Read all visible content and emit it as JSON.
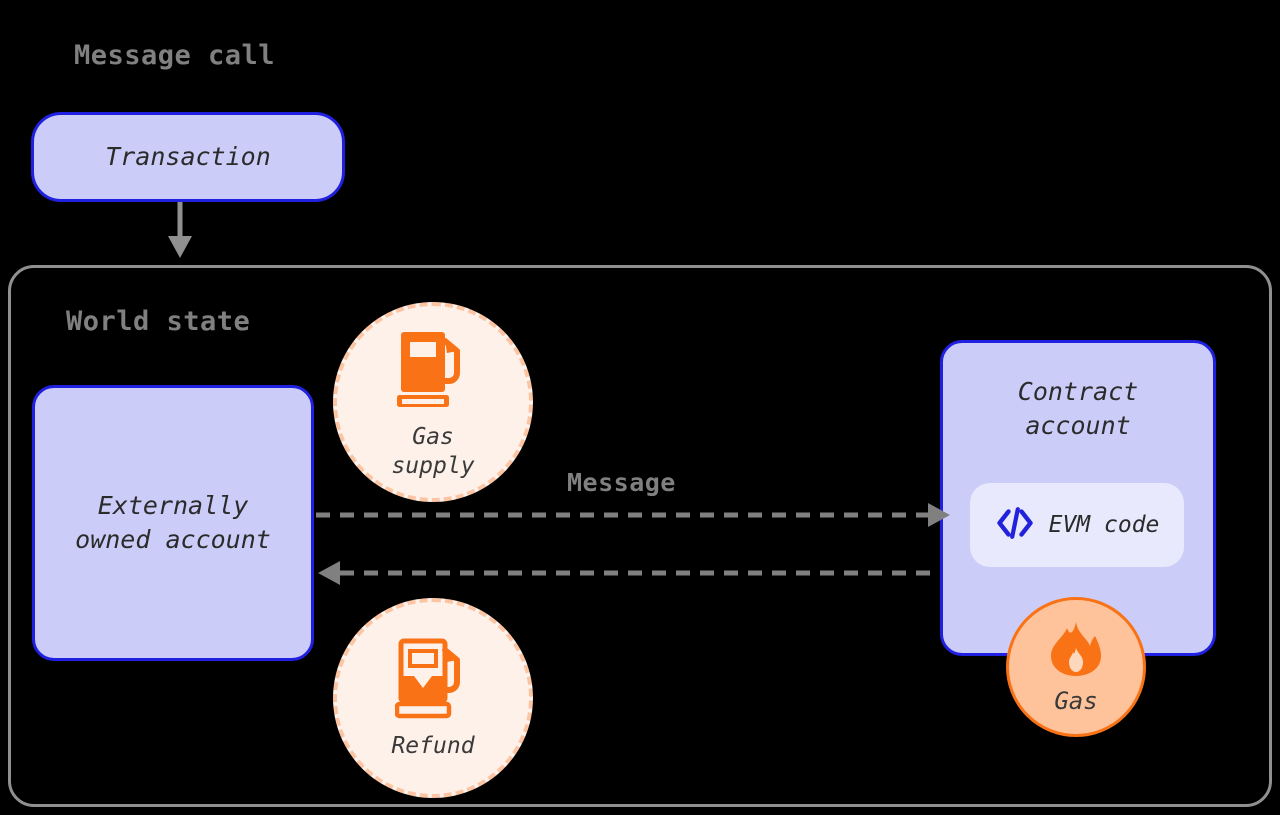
{
  "diagram": {
    "title": "Message call",
    "section_title": "World state",
    "background_color": "#000000",
    "node_fill": "#ccccf9",
    "node_border": "#2020e0",
    "accent_orange": "#f97316",
    "accent_cream": "#fdf1ea",
    "gray": "#909090"
  },
  "nodes": {
    "transaction": {
      "label": "Transaction"
    },
    "externally_owned_account": {
      "label": "Externally\nowned account"
    },
    "contract_account": {
      "label": "Contract\naccount"
    },
    "evm_code": {
      "label": "EVM code",
      "icon": "code-brackets-icon"
    }
  },
  "badges": {
    "gas_supply": {
      "label": "Gas\nsupply",
      "icon": "gas-pump-full-icon"
    },
    "refund": {
      "label": "Refund",
      "icon": "gas-pump-partial-icon"
    },
    "gas": {
      "label": "Gas",
      "icon": "flame-icon"
    }
  },
  "edges": {
    "transaction_to_world_state": {
      "label": "",
      "style": "solid",
      "color": "#909090"
    },
    "message": {
      "label": "Message",
      "style": "dashed",
      "color": "#808080",
      "direction": "eoa-to-contract"
    },
    "return": {
      "label": "",
      "style": "dashed",
      "color": "#808080",
      "direction": "contract-to-eoa"
    }
  }
}
